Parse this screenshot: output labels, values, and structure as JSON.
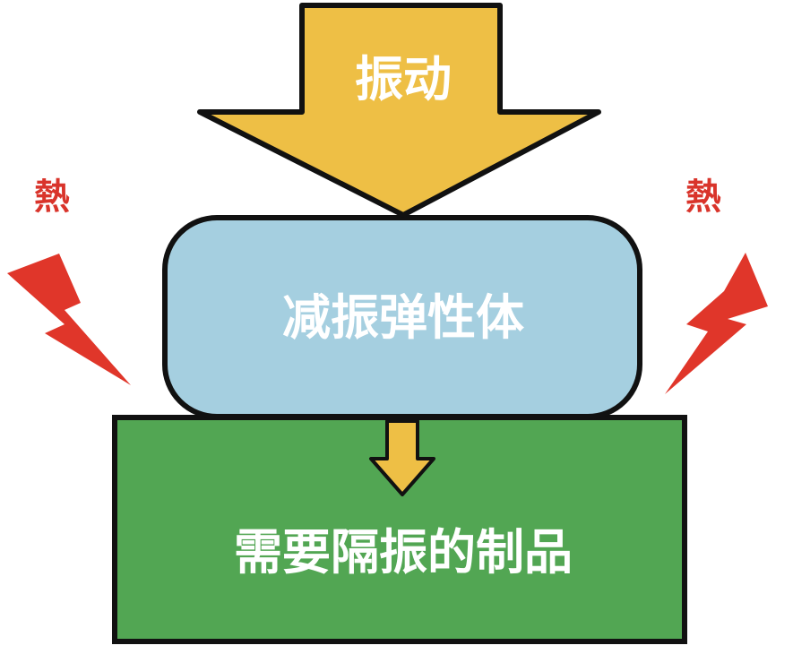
{
  "diagram": {
    "vibration_label": "振动",
    "damper_label": "减振弹性体",
    "product_label": "需要隔振的制品",
    "heat_left_label": "熱",
    "heat_right_label": "熱"
  },
  "colors": {
    "vibration_arrow": "#eebf45",
    "damper_fill": "#a5cfe0",
    "product_fill": "#52a653",
    "small_arrow": "#eebf45",
    "heat_bolt": "#e0362a",
    "heat_text": "#d9342b",
    "outline": "#111111"
  }
}
